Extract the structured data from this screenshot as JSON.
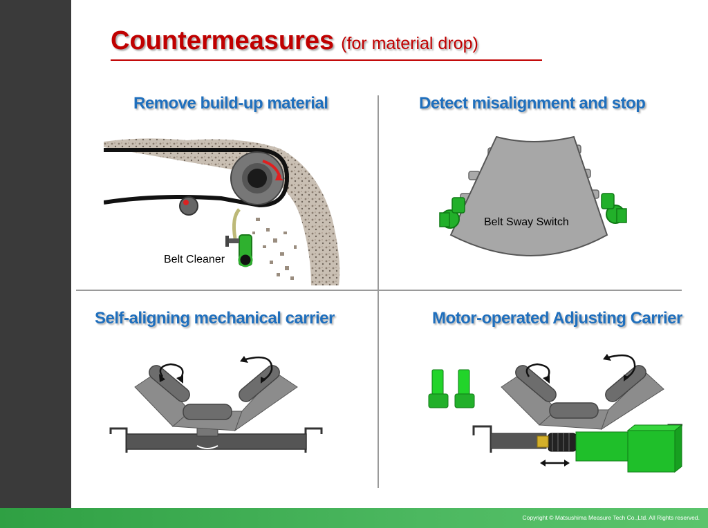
{
  "title": {
    "main": "Countermeasures",
    "sub": "(for material drop)"
  },
  "quadrants": {
    "top_left": {
      "heading": "Remove build-up material",
      "label": "Belt Cleaner"
    },
    "top_right": {
      "heading": "Detect misalignment and stop",
      "label": "Belt Sway Switch"
    },
    "bottom_left": {
      "heading": "Self-aligning mechanical carrier"
    },
    "bottom_right": {
      "heading": "Motor-operated Adjusting Carrier"
    }
  },
  "footer": {
    "copyright": "Copyright © Matsushima Measure Tech Co.,Ltd. All Rights reserved."
  },
  "colors": {
    "title": "#c00000",
    "heading": "#1f6fbd",
    "accent_green": "#22b02a",
    "footer_green": "#3aa84e",
    "sidebar": "#3a3a3a"
  }
}
